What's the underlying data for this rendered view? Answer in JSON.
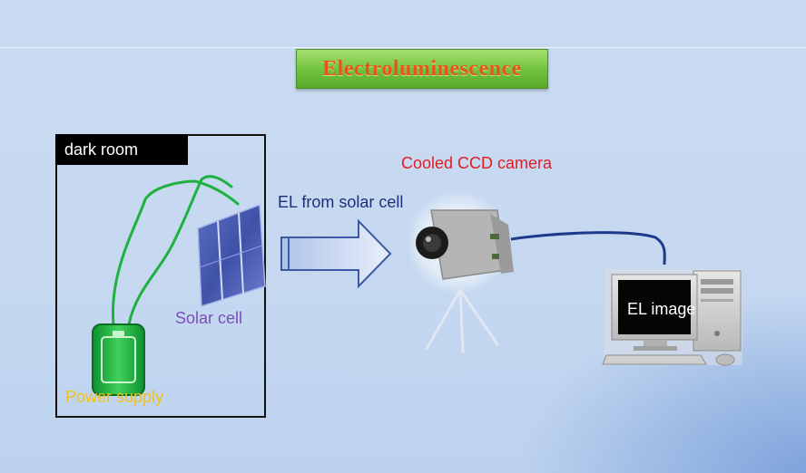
{
  "title": "Electroluminescence",
  "labels": {
    "dark_room": "dark room",
    "solar_cell": "Solar cell",
    "power_supply": "Power supply",
    "el_from_solar_cell": "EL from solar cell",
    "ccd_camera": "Cooled CCD camera",
    "el_image": "EL image"
  },
  "colors": {
    "title_text": "#e8551c",
    "title_box": "#7cc447",
    "wire": "#1fb13f",
    "solar_label": "#7a4fb5",
    "power_label": "#f4c21b",
    "arrow_label": "#1e2f78",
    "camera_label": "#e31c24",
    "cable": "#1e3a8a"
  }
}
